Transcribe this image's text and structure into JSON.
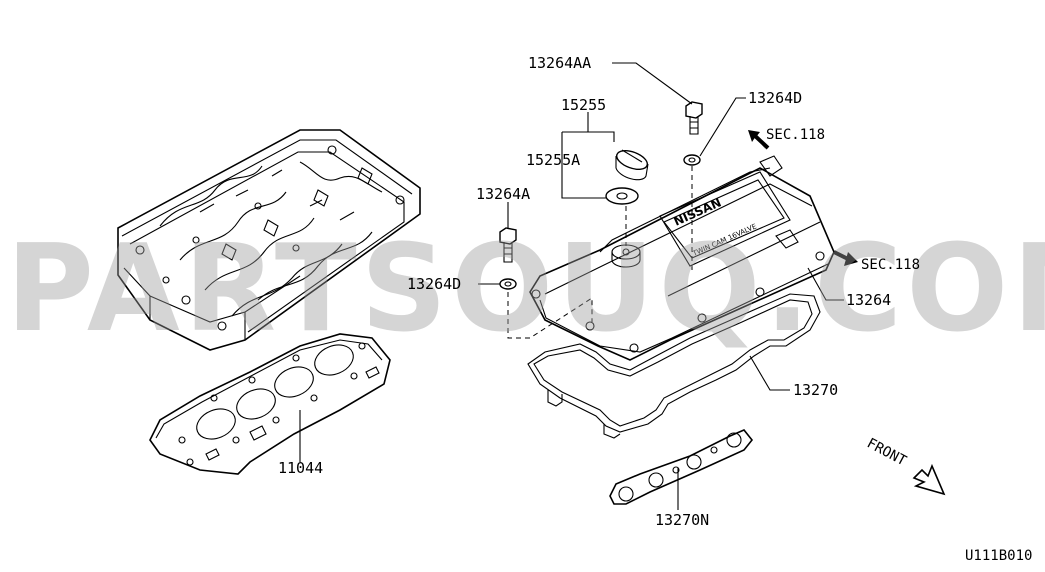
{
  "labels": {
    "p13264AA": "13264AA",
    "p13264D_top": "13264D",
    "p15255": "15255",
    "p15255A": "15255A",
    "p13264A": "13264A",
    "p13264D_left": "13264D",
    "p13264": "13264",
    "p13270": "13270",
    "p11044": "11044",
    "p13270N": "13270N",
    "sec118_top": "SEC.118",
    "sec118_right": "SEC.118",
    "front": "FRONT",
    "code": "U111B010"
  },
  "emblem": {
    "brand": "NISSAN",
    "engine": "TWIN CAM 16VALVE"
  },
  "watermark": "PARTSOUQ.COM"
}
